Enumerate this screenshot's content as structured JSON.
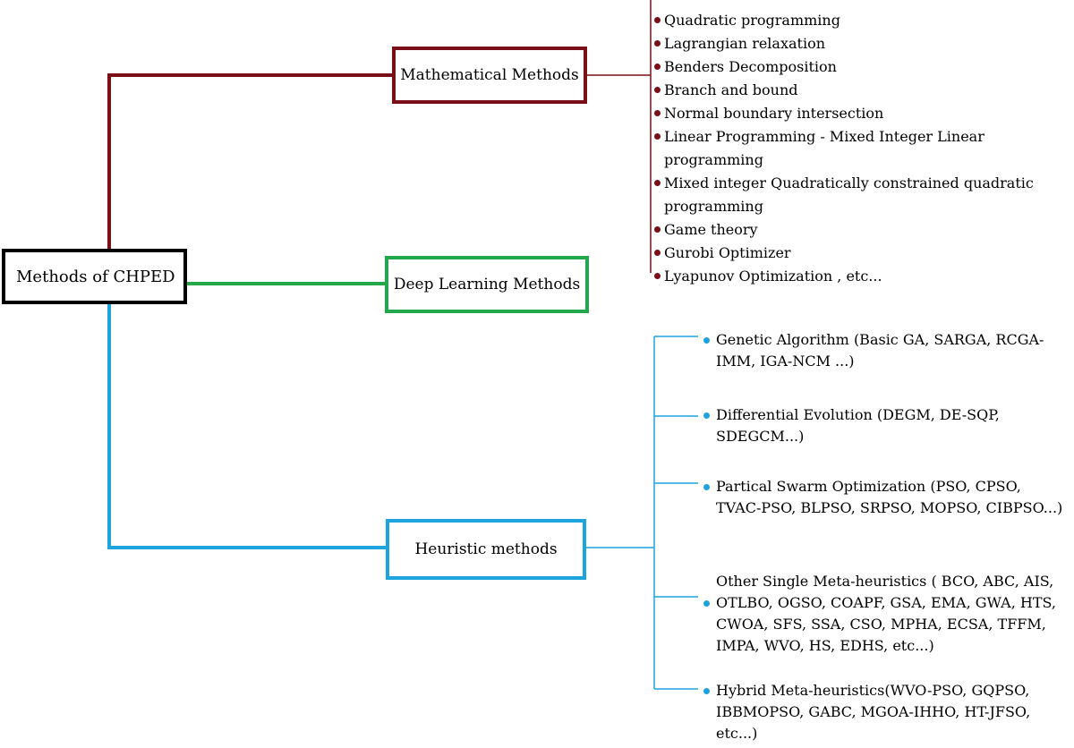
{
  "root": {
    "label": "Methods of CHPED"
  },
  "branches": {
    "mathematical": {
      "label": "Mathematical Methods",
      "items": [
        "Quadratic programming",
        "Lagrangian relaxation",
        "Benders Decomposition",
        "Branch and bound",
        "Normal boundary intersection",
        "Linear Programming - Mixed Integer Linear programming",
        "Mixed integer Quadratically constrained quadratic programming",
        "Game theory",
        "Gurobi Optimizer",
        "Lyapunov Optimization , etc..."
      ]
    },
    "deep_learning": {
      "label": "Deep Learning Methods"
    },
    "heuristic": {
      "label": "Heuristic methods",
      "items": [
        {
          "name": "Genetic Algorithm",
          "detail": "(Basic GA, SARGA, RCGA-IMM, IGA-NCM ...)"
        },
        {
          "name": "Differential Evolution",
          "detail": "(DEGM, DE-SQP, SDEGCM...)"
        },
        {
          "name": "Partical Swarm Optimization",
          "detail": "(PSO, CPSO, TVAC-PSO, BLPSO, SRPSO, MOPSO, CIBPSO...)"
        },
        {
          "name": "Other Single Meta-heuristics",
          "detail": "( BCO, ABC, AIS, OTLBO, OGSO, COAPF, GSA, EMA, GWA, HTS, CWOA, SFS, SSA, CSO, MPHA, ECSA, TFFM, IMPA, WVO, HS, EDHS, etc...)"
        },
        {
          "name": "Hybrid Meta-heuristics",
          "detail": "(WVO-PSO, GQPSO, IBBMOPSO, GABC, MGOA-IHHO, HT-JFSO, etc...)"
        }
      ]
    }
  },
  "colors": {
    "mathematical": "#7a0f17",
    "deep_learning": "#22a84a",
    "heuristic": "#1da4dd",
    "root": "#000000"
  }
}
